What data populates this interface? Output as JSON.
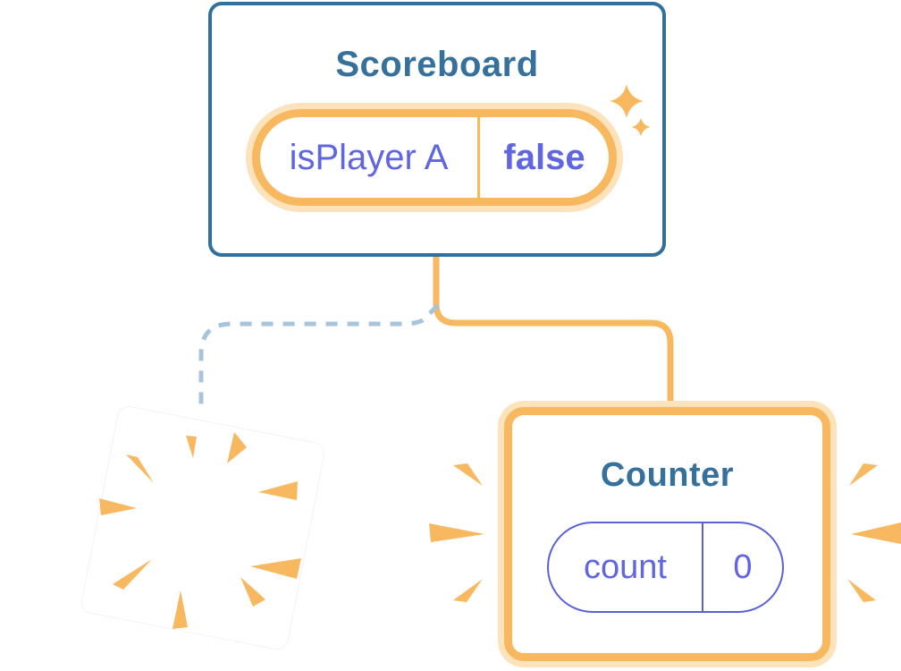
{
  "diagram": {
    "scoreboard": {
      "title": "Scoreboard",
      "state": {
        "name": "isPlayer A",
        "value": "false"
      }
    },
    "counter": {
      "title": "Counter",
      "state": {
        "name": "count",
        "value": "0"
      }
    }
  },
  "icons": [
    "sparkles-icon",
    "burst-left-icon",
    "burst-right-icon",
    "explosion-burst-icon"
  ],
  "colors": {
    "accent_orange": "#F7B85F",
    "orange_glow": "#FDE3BB",
    "card_border_blue": "#2F709E",
    "title_teal": "#36719C",
    "state_purple": "#6066DF",
    "pill_border_purple": "#5A61D6",
    "dashed_line_blue": "#A8C4DA"
  }
}
